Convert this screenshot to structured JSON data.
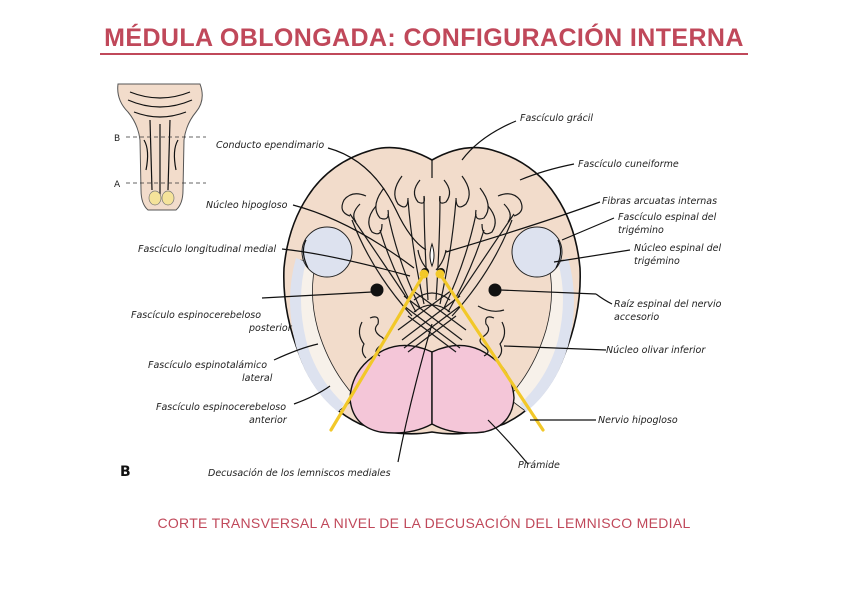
{
  "page": {
    "title": "MÉDULA OBLONGADA: CONFIGURACIÓN INTERNA",
    "caption": "CORTE TRANSVERSAL A NIVEL DE LA DECUSACIÓN DEL LEMNISCO MEDIAL",
    "panel_letter": "B"
  },
  "inset": {
    "level_b": "B",
    "level_a": "A"
  },
  "labels": {
    "conducto_ependimario": "Conducto ependimario",
    "nucleo_hipogloso": "Núcleo hipogloso",
    "fasciculo_longitudinal_medial": "Fascículo longitudinal medial",
    "fasciculo_espinocerebeloso_posterior_1": "Fascículo espinocerebeloso",
    "fasciculo_espinocerebeloso_posterior_2": "posterior",
    "fasciculo_espinotalamico_1": "Fascículo espinotalámico",
    "fasciculo_espinotalamico_2": "lateral",
    "fasciculo_espinocerebeloso_anterior_1": "Fascículo espinocerebeloso",
    "fasciculo_espinocerebeloso_anterior_2": "anterior",
    "decusacion": "Decusación de los lemniscos mediales",
    "fasciculo_gracil": "Fascículo grácil",
    "fasciculo_cuneiforme": "Fascículo cuneiforme",
    "fibras_arcuatas": "Fibras arcuatas internas",
    "fasciculo_espinal_trigemino_1": "Fascículo espinal del",
    "fasciculo_espinal_trigemino_2": "trigémino",
    "nucleo_espinal_trigemino_1": "Núcleo espinal del",
    "nucleo_espinal_trigemino_2": "trigémino",
    "raiz_espinal_1": "Raíz espinal del nervio",
    "raiz_espinal_2": "accesorio",
    "nucleo_olivar": "Núcleo olivar inferior",
    "nervio_hipogloso": "Nervio hipogloso",
    "piramide": "Pirámide"
  },
  "colors": {
    "title": "#c0485a",
    "tissue": "#f2dccb",
    "trigeminal": "#dde2ef",
    "pyramid": "#f4c6d8",
    "yellow": "#f2c829",
    "outline": "#111111"
  }
}
